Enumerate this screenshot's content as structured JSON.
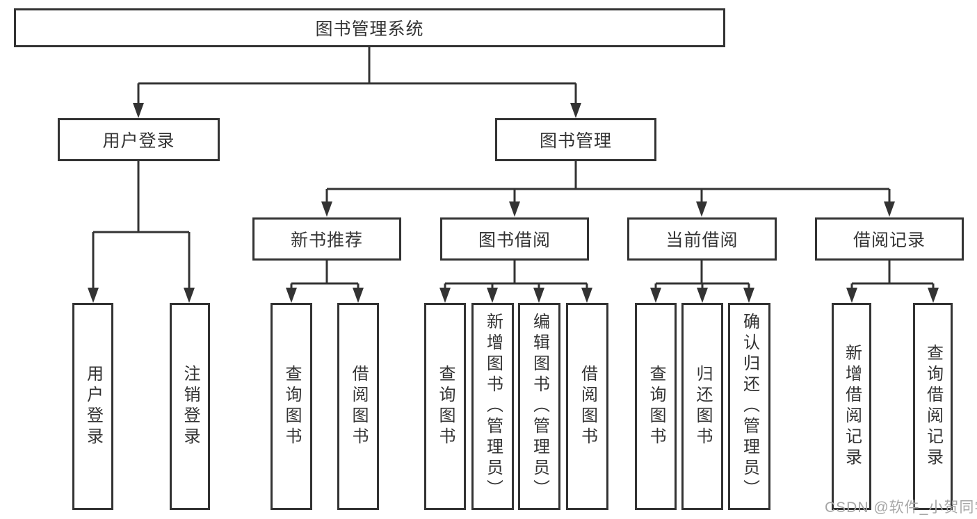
{
  "diagram": {
    "type": "tree",
    "title": "图书管理系统",
    "colors": {
      "line": "#333333",
      "box_border": "#333333",
      "text": "#333333",
      "background": "#ffffff",
      "watermark": "#a6a6a6"
    },
    "nodes": {
      "root": {
        "label": "图书管理系统"
      },
      "user_login": {
        "label": "用户登录",
        "parent": "root"
      },
      "book_mgmt": {
        "label": "图书管理",
        "parent": "root"
      },
      "new_books": {
        "label": "新书推荐",
        "parent": "book_mgmt"
      },
      "book_borrow": {
        "label": "图书借阅",
        "parent": "book_mgmt"
      },
      "current_borrow": {
        "label": "当前借阅",
        "parent": "book_mgmt"
      },
      "borrow_records": {
        "label": "借阅记录",
        "parent": "book_mgmt"
      },
      "leaf_user_login": {
        "label": "用户登录",
        "parent": "user_login"
      },
      "leaf_logout": {
        "label": "注销登录",
        "parent": "user_login"
      },
      "leaf_nb_query": {
        "label": "查询图书",
        "parent": "new_books"
      },
      "leaf_nb_borrow": {
        "label": "借阅图书",
        "parent": "new_books"
      },
      "leaf_bb_query": {
        "label": "查询图书",
        "parent": "book_borrow"
      },
      "leaf_bb_add": {
        "label": "新增图书（管理员）",
        "parent": "book_borrow"
      },
      "leaf_bb_edit": {
        "label": "编辑图书（管理员）",
        "parent": "book_borrow"
      },
      "leaf_bb_borrow": {
        "label": "借阅图书",
        "parent": "book_borrow"
      },
      "leaf_cb_query": {
        "label": "查询图书",
        "parent": "current_borrow"
      },
      "leaf_cb_return": {
        "label": "归还图书",
        "parent": "current_borrow"
      },
      "leaf_cb_confirm": {
        "label": "确认归还（管理员）",
        "parent": "current_borrow"
      },
      "leaf_br_add": {
        "label": "新增借阅记录",
        "parent": "borrow_records"
      },
      "leaf_br_query": {
        "label": "查询借阅记录",
        "parent": "borrow_records"
      }
    }
  },
  "watermark": {
    "text": "CSDN @软件_小贺同学"
  }
}
